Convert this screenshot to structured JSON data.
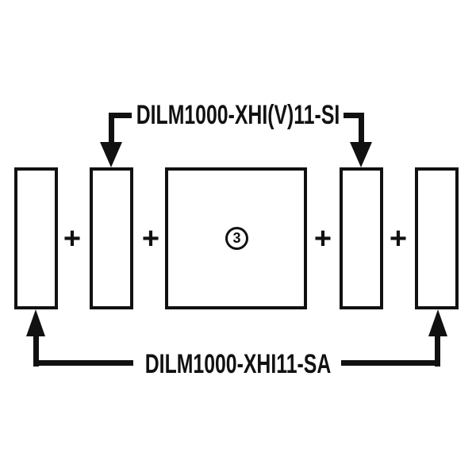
{
  "diagram": {
    "title": "contactor-auxiliary-contact-mounting-diagram",
    "colors": {
      "background": "#ffffff",
      "line": "#111111"
    },
    "top_callout": {
      "label": "DILM1000-XHI(V)11-SI"
    },
    "bottom_callout": {
      "label": "DILM1000-XHI11-SA"
    },
    "center_module": {
      "badge": "3"
    },
    "plus_separators": [
      "+",
      "+",
      "+",
      "+"
    ]
  }
}
